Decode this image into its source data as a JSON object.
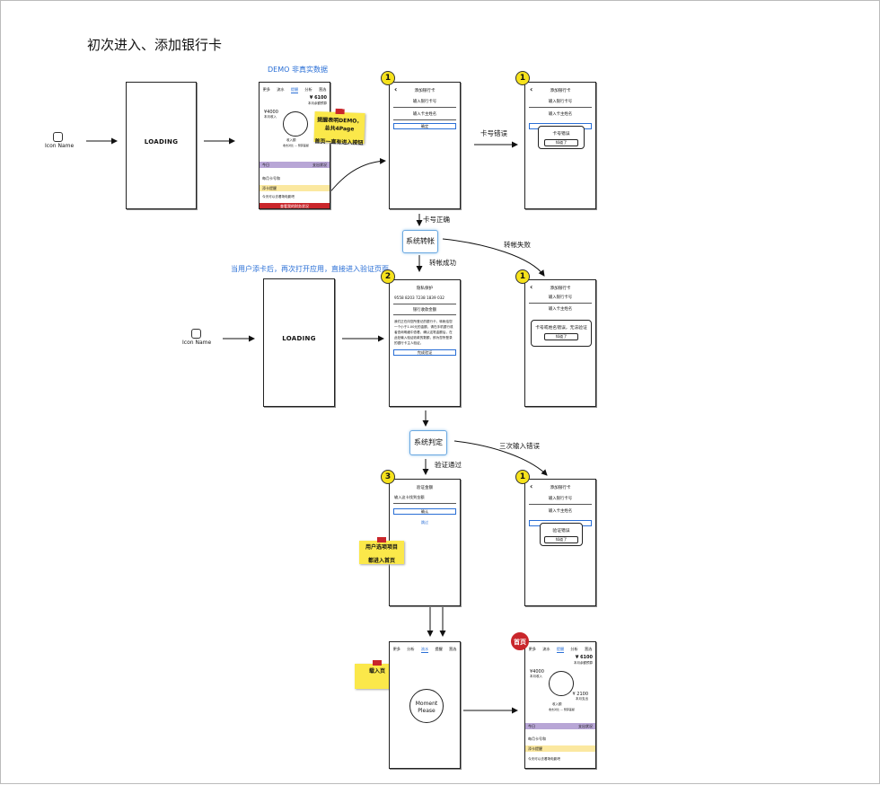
{
  "title": "初次进入、添加银行卡",
  "notes": {
    "demo": "DEMO 非真实数据",
    "reopen": "当用户添卡后，再次打开应用，直接进入验证页面"
  },
  "icon_name": "Icon Name",
  "loading": "LOADING",
  "badges": {
    "one": "1",
    "two": "2",
    "three": "3",
    "home": "首页"
  },
  "labels": {
    "card_error": "卡号错误",
    "card_correct": "卡号正确",
    "transfer_fail": "转帐失败",
    "transfer_success": "转帐成功",
    "three_errors": "三次输入错误",
    "verify_pass": "验证通过"
  },
  "process": {
    "transfer": "系统转帐",
    "judge": "系统判定"
  },
  "stickies": {
    "demo_note": [
      "提醒表明DEMO，总共4Page",
      "首页一直有进入按钮"
    ],
    "option_note": [
      "用户选项项目",
      "都进入首页"
    ],
    "load_note": "载入页"
  },
  "home_screen": {
    "tabs": [
      "更多",
      "流水",
      "提醒",
      "分析",
      "营选"
    ],
    "amount": "¥ 6100",
    "amount_sub": "本月余额预算",
    "left_amount": "¥4000",
    "left_sub": "本月收入",
    "right_amount": "¥ 2100",
    "right_sub": "本月支出",
    "center_label": "收入额",
    "center_sub": "收支对比 — 预算差额",
    "today": "今日",
    "today_right": "支出状况",
    "item1": "每月卡号和",
    "item2": "添卡提醒",
    "item3": "今天可以去看场电影吧",
    "footer": "查看我的财务状况"
  },
  "add_card": {
    "title": "添加银行卡",
    "card_input": "输入银行卡号",
    "name_input": "输入卡主姓名",
    "confirm": "确定",
    "dialog_card_error": "卡号错误",
    "dialog_name_error": "卡号或姓名错误，无法验证",
    "dialog_verify_error": "验证错误",
    "dialog_ok": "知道了"
  },
  "protect": {
    "title": "隐私保护",
    "card_no": "9558 8203 7238 1839 032",
    "amount_label": "银行收款金额",
    "description": "我们正在向您所登记的银行卡，转帐给您一个小于1.00元的金额，请在手机银行或者查询明细中查看，确认这笔金额后，在此处输入验证收款的数额，即为您所登录的银行卡主人验证。",
    "button": "完成验证"
  },
  "verify": {
    "title": "验证金额",
    "input": "输入这卡找到金额",
    "confirm": "确认",
    "skip": "跳过"
  },
  "loading_screen": {
    "tabs": [
      "更多",
      "分析",
      "流水",
      "提醒",
      "营选"
    ],
    "moment": "Moment Please"
  }
}
